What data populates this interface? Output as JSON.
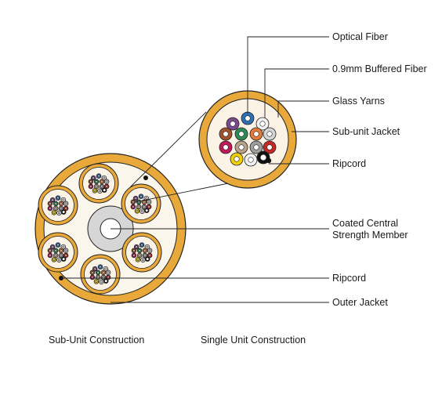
{
  "labels": {
    "optical_fiber": "Optical Fiber",
    "buffered_fiber": "0.9mm Buffered Fiber",
    "glass_yarns": "Glass Yarns",
    "subunit_jacket": "Sub-unit Jacket",
    "ripcord_top": "Ripcord",
    "central_member_line1": "Coated Central",
    "central_member_line2": "Strength Member",
    "ripcord_bottom": "Ripcord",
    "outer_jacket": "Outer Jacket"
  },
  "captions": {
    "subunit_construction": "Sub-Unit Construction",
    "single_unit_construction": "Single Unit Construction"
  },
  "colors": {
    "jacket": "#E8A93A",
    "jacket_light": "#F3C46A",
    "yarn_fill": "#FBF3E6",
    "central_member": "#D6D6D6",
    "outline": "#222222"
  },
  "fiber_colors": [
    "#2E6FB5",
    "#F2F2F2",
    "#7B4A8C",
    "#A0522D",
    "#2E8B57",
    "#E07B39",
    "#D6D6D6",
    "#C2185B",
    "#B9A38A",
    "#9E9E9E",
    "#C62828",
    "#F0D000",
    "#F2F2F2",
    "#111111"
  ]
}
